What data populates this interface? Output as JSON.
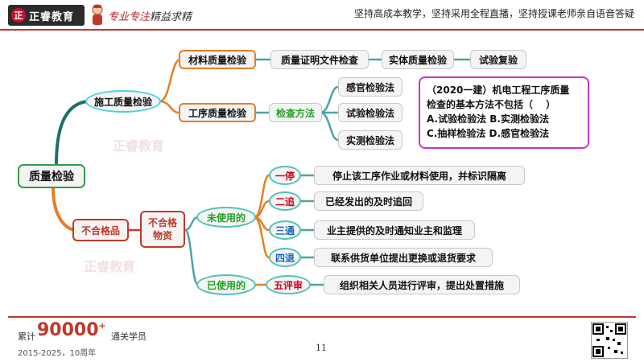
{
  "header": {
    "logo_mark": "正",
    "logo_text": "正睿教育",
    "slogan_part1": "专业专注",
    "slogan_part2": "精益求精",
    "tagline": "坚持高成本教学，坚持采用全程直播，坚持授课老师亲自语音答疑"
  },
  "mindmap": {
    "root": "质量检验",
    "construction": {
      "label": "施工质量检验",
      "material": {
        "label": "材料质量检验",
        "steps": [
          "质量证明文件检查",
          "实体质量检验",
          "试验复验"
        ]
      },
      "process": {
        "label": "工序质量检验",
        "method_label": "检查方法",
        "methods": [
          "感官检验法",
          "试验检验法",
          "实测检验法"
        ]
      }
    },
    "nonconforming": {
      "label": "不合格品",
      "materials_line1": "不合格",
      "materials_line2": "物资",
      "unused": {
        "label": "未使用的",
        "items": [
          {
            "tag": "一停",
            "text": "停止该工序作业或材料使用，并标识隔离"
          },
          {
            "tag": "二追",
            "text": "已经发出的及时追回"
          },
          {
            "tag": "三通",
            "text": "业主提供的及时通知业主和监理"
          },
          {
            "tag": "四退",
            "text": "联系供货单位提出更换或退货要求"
          }
        ]
      },
      "used": {
        "label": "已使用的",
        "tag": "五评审",
        "text": "组织相关人员进行评审，提出处置措施"
      }
    }
  },
  "question": {
    "line1": "（2020一建）机电工程工序质量",
    "line2": "检查的基本方法不包括（　 ）",
    "line3": "A.试验检验法 B.实测检验法",
    "line4": "C.抽样检验法 D.感官检验法"
  },
  "watermark": "正睿教育",
  "footer": {
    "prefix": "累计",
    "number": "90000",
    "plus": "+",
    "suffix": "通关学员",
    "years": "2015-2025，10周年",
    "page": "11"
  }
}
